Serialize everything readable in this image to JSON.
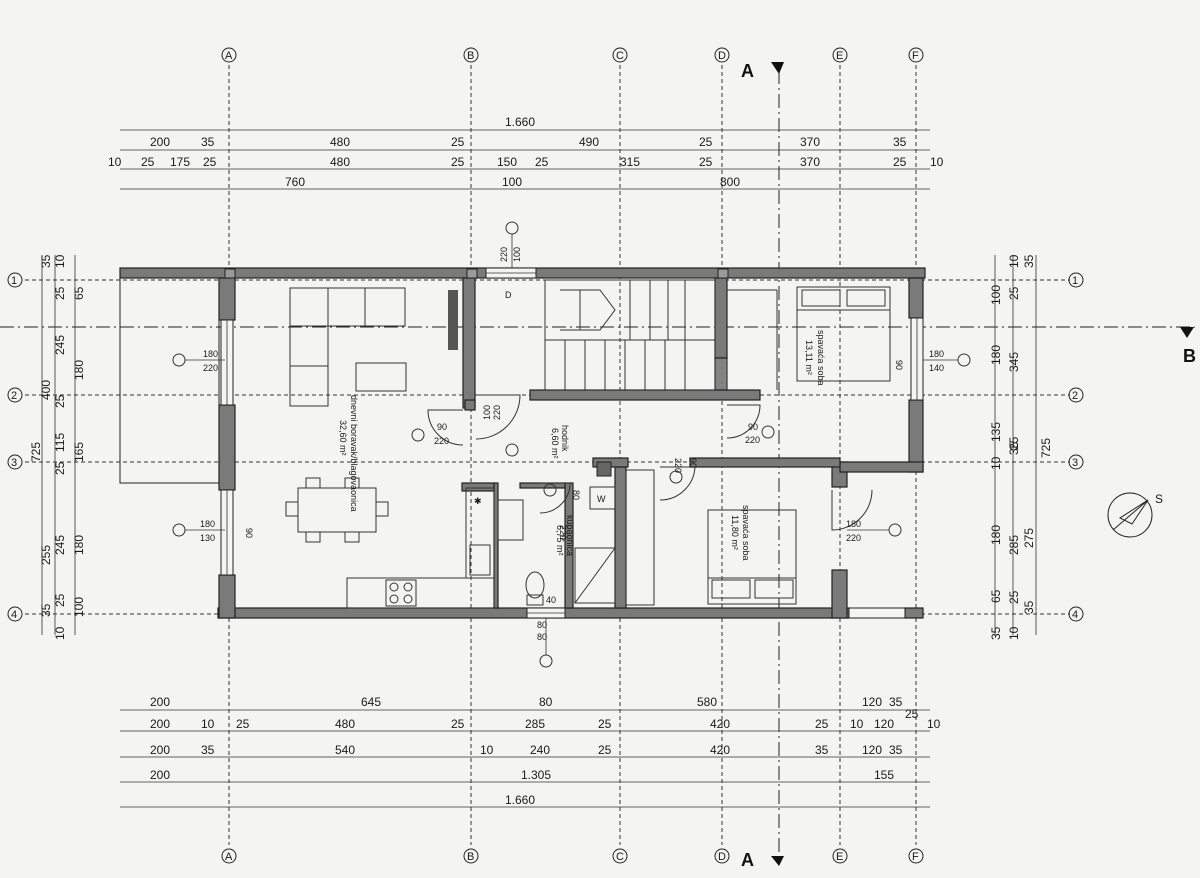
{
  "axes": {
    "columns": [
      "A",
      "B",
      "C",
      "D",
      "E",
      "F"
    ],
    "rows": [
      "1",
      "2",
      "3",
      "4"
    ]
  },
  "sections": {
    "a_top": "A",
    "a_bottom": "A",
    "b_right": "B"
  },
  "compass": {
    "label": "S"
  },
  "dims_top": {
    "row1": [
      "1.660"
    ],
    "row2": [
      "200",
      "35",
      "480",
      "25",
      "490",
      "25",
      "370",
      "35"
    ],
    "row3": [
      "10",
      "25",
      "175",
      "25",
      "480",
      "25",
      "150",
      "25",
      "315",
      "25",
      "370",
      "25",
      "10"
    ],
    "row4": [
      "760",
      "100",
      "800"
    ]
  },
  "dims_bottom": {
    "row1": [
      "200",
      "645",
      "80",
      "580",
      "120",
      "35"
    ],
    "row2": [
      "200",
      "10",
      "25",
      "480",
      "25",
      "285",
      "25",
      "420",
      "25",
      "10",
      "120",
      "25",
      "10"
    ],
    "row3": [
      "200",
      "35",
      "540",
      "10",
      "240",
      "25",
      "420",
      "35",
      "120",
      "35"
    ],
    "row4": [
      "200",
      "1.305",
      "155"
    ],
    "row5": [
      "1.660"
    ]
  },
  "dims_left": {
    "col1": [
      "35",
      "10",
      "25",
      "65",
      "245",
      "180",
      "400",
      "25",
      "115",
      "25",
      "165",
      "725",
      "255",
      "245",
      "180",
      "25",
      "100",
      "35",
      "10"
    ]
  },
  "dims_right": {
    "col1": [
      "35",
      "10",
      "25",
      "100",
      "180",
      "345",
      "35",
      "135",
      "25",
      "10",
      "725",
      "180",
      "285",
      "275",
      "65",
      "25",
      "35",
      "35",
      "10"
    ]
  },
  "openings": [
    {
      "id": "w-top-stair",
      "top": "100",
      "bottom": "220"
    },
    {
      "id": "w-living-left",
      "top": "180",
      "bottom": "220"
    },
    {
      "id": "w-living-left-lower",
      "top": "180",
      "bottom": "130"
    },
    {
      "id": "w-living-left-side",
      "top": "90"
    },
    {
      "id": "d-living",
      "top": "90",
      "bottom": "220"
    },
    {
      "id": "d-hall",
      "top": "100",
      "bottom": "220"
    },
    {
      "id": "d-bed1",
      "top": "90",
      "bottom": "220"
    },
    {
      "id": "w-bed1-side",
      "top": "90"
    },
    {
      "id": "w-bed1-right",
      "top": "180",
      "bottom": "140"
    },
    {
      "id": "d-bed2",
      "top": "90",
      "bottom": "220"
    },
    {
      "id": "d-bath",
      "top": "80",
      "bottom": "220"
    },
    {
      "id": "w-bath",
      "top": "40",
      "bottom": "80"
    },
    {
      "id": "w-bath-b",
      "top": "80"
    },
    {
      "id": "w-bed2-right",
      "top": "180",
      "bottom": "220"
    }
  ],
  "rooms": [
    {
      "id": "living",
      "name": "dnevni boravak/blagovaonica",
      "area": "32,60 m²"
    },
    {
      "id": "hall",
      "name": "hodnik",
      "area": "6,60 m²"
    },
    {
      "id": "bath",
      "name": "kupaonica",
      "area": "6,75 m²"
    },
    {
      "id": "bed1",
      "name": "spavaća soba",
      "area": "13,11 m²"
    },
    {
      "id": "bed2",
      "name": "spavaća soba",
      "area": "11,80 m²"
    }
  ],
  "stair_mark": "D",
  "kitchen_mark": "W"
}
